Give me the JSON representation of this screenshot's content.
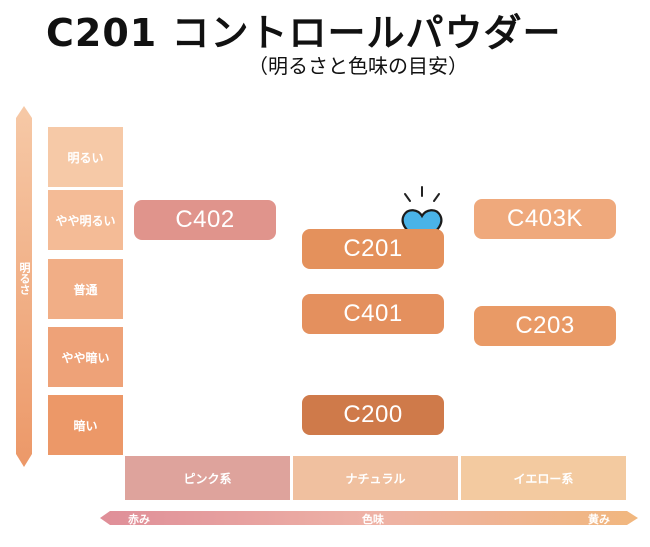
{
  "header": {
    "title": "C201  コントロールパウダー",
    "subtitle": "（明るさと色味の目安）"
  },
  "vertical_axis": {
    "label": "明るさ",
    "levels": [
      "明るい",
      "やや明るい",
      "普通",
      "やや暗い",
      "暗い"
    ]
  },
  "horizontal_axis": {
    "label": "色味",
    "left_end": "赤み",
    "right_end": "黄み",
    "categories": [
      "ピンク系",
      "ナチュラル",
      "イエロー系"
    ]
  },
  "shades": [
    {
      "name": "C402",
      "color": "#e0948c"
    },
    {
      "name": "C201",
      "color": "#e4915c"
    },
    {
      "name": "C403K",
      "color": "#efa97c"
    },
    {
      "name": "C401",
      "color": "#e4905e"
    },
    {
      "name": "C203",
      "color": "#e99a66"
    },
    {
      "name": "C200",
      "color": "#cf7a4a"
    }
  ],
  "highlight": {
    "target": "C201",
    "icon": "heart-icon",
    "color": "#4ab3e8"
  },
  "colors": {
    "pink_col": "#dea39c",
    "natural_col": "#f0c09f",
    "yellow_col": "#f3caa0"
  }
}
